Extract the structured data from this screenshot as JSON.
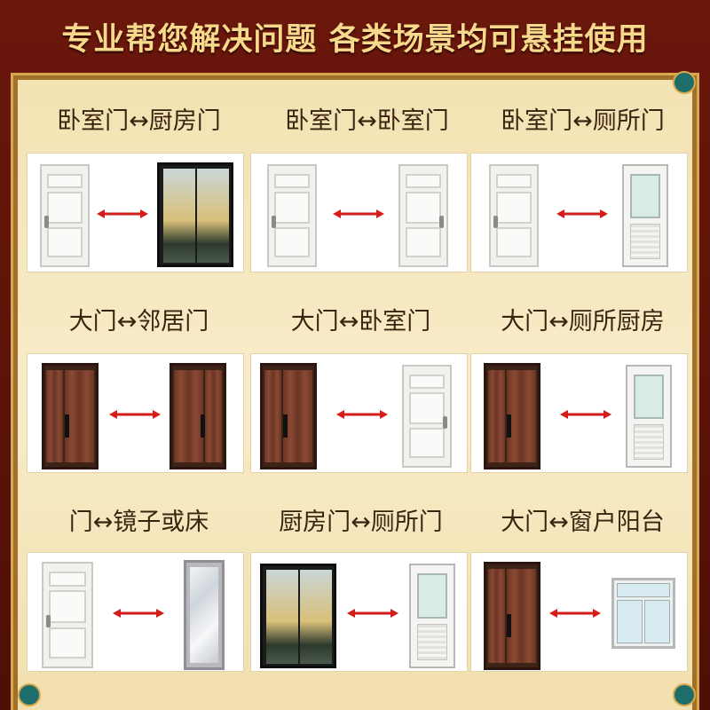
{
  "header": {
    "title": "专业帮您解决问题  各类场景均可悬挂使用"
  },
  "colors": {
    "title": "#f6d98a",
    "background": "#6b170c",
    "panel": "#f3e2b2",
    "arrow": "#d61b1b"
  },
  "rows": [
    {
      "labels": [
        "卧室门↔厨房门",
        "卧室门↔卧室门",
        "卧室门↔厕所门"
      ]
    },
    {
      "labels": [
        "大门↔邻居门",
        "大门↔卧室门",
        "大门↔厕所厨房"
      ]
    },
    {
      "labels": [
        "门↔镜子或床",
        "厨房门↔厕所门",
        "大门↔窗户阳台"
      ]
    }
  ]
}
